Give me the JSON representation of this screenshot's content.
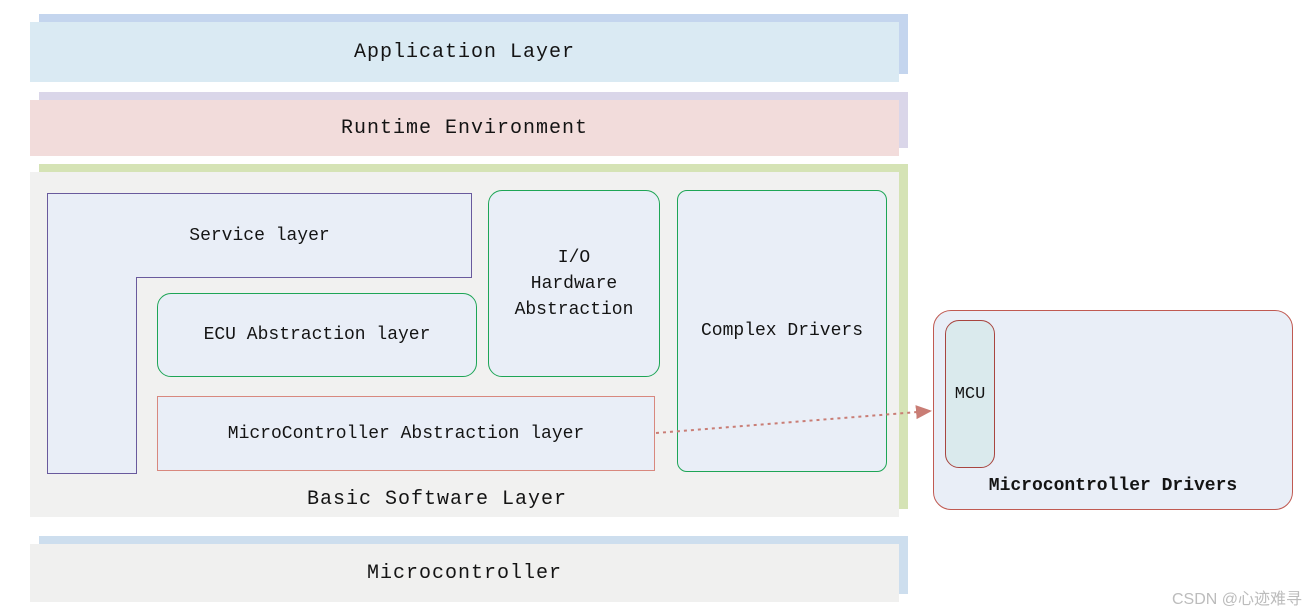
{
  "layers": {
    "application": "Application Layer",
    "runtime": "Runtime Environment",
    "basic_software": "Basic Software Layer",
    "microcontroller": "Microcontroller"
  },
  "bsw": {
    "service": "Service layer",
    "ecu_abstraction": "ECU Abstraction layer",
    "io_hw_abstraction": "I/O\nHardware\nAbstraction",
    "complex_drivers": "Complex Drivers",
    "mcal": "MicroController Abstraction layer"
  },
  "detail": {
    "mcu": "MCU",
    "microcontroller_drivers": "Microcontroller Drivers"
  },
  "watermark": "CSDN @心迹难寻",
  "colors": {
    "app_fill": "#daeaf3",
    "app_shadow": "#c4d5ee",
    "rte_fill": "#f2dcdb",
    "rte_shadow": "#dad6e9",
    "bsw_fill": "#f1f1f0",
    "bsw_shadow": "#d5e3b5",
    "mc_fill": "#f0f0ef",
    "mc_shadow": "#cddeee",
    "inner_fill": "#e9eef7",
    "green_border": "#1ea556",
    "purple_border": "#695a9d",
    "mcal_border": "#d8887e",
    "drivers_border": "#c05a52",
    "mcu_border": "#a8453f",
    "mcu_fill": "#daeaed",
    "arrow": "#c97d75",
    "text": "#141414",
    "watermark": "#bcbcbc"
  }
}
